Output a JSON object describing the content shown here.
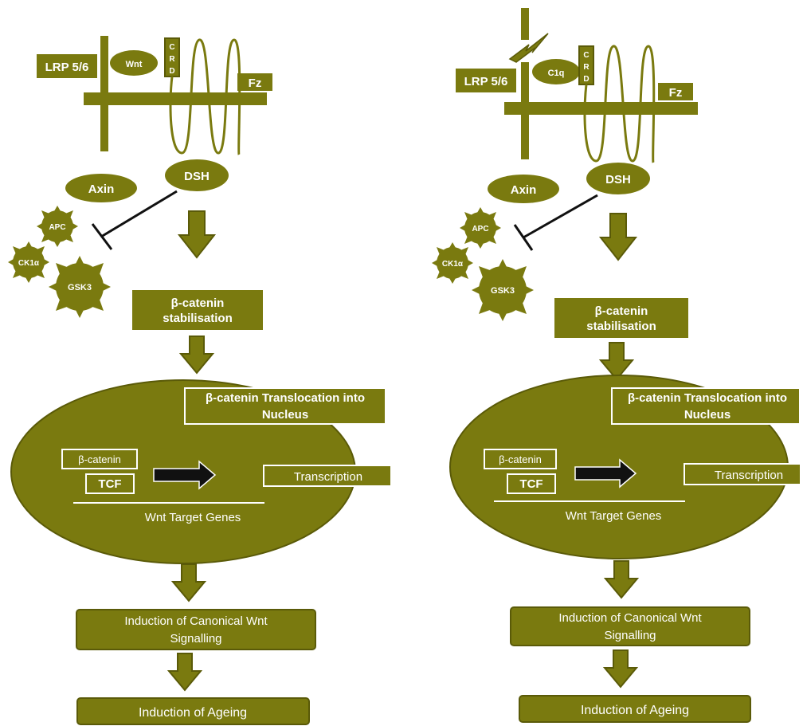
{
  "colors": {
    "olive": "#7a7a0f",
    "olive_dark": "#5a5a08",
    "inhibit": "#111111"
  },
  "left": {
    "lrp": "LRP 5/6",
    "ligand": "Wnt",
    "crd": [
      "C",
      "R",
      "D"
    ],
    "fz": "Fz",
    "axin": "Axin",
    "dsh": "DSH",
    "apc": "APC",
    "ck1": "CK1α",
    "gsk3": "GSK3",
    "stab_1": "β-catenin",
    "stab_2": "stabilisation",
    "trans_1": "β-catenin Translocation into",
    "trans_2": "Nucleus",
    "bcat": "β-catenin",
    "tcf": "TCF",
    "transcription": "Transcription",
    "target_genes": "Wnt Target Genes",
    "induct_1": "Induction of Canonical Wnt",
    "induct_2": "Signalling",
    "ageing": "Induction of Ageing"
  },
  "right": {
    "lrp": "LRP 5/6",
    "ligand": "C1q",
    "crd": [
      "C",
      "R",
      "D"
    ],
    "fz": "Fz",
    "axin": "Axin",
    "dsh": "DSH",
    "apc": "APC",
    "ck1": "CK1α",
    "gsk3": "GSK3",
    "stab_1": "β-catenin",
    "stab_2": "stabilisation",
    "trans_1": "β-catenin Translocation into",
    "trans_2": "Nucleus",
    "bcat": "β-catenin",
    "tcf": "TCF",
    "transcription": "Transcription",
    "target_genes": "Wnt Target Genes",
    "induct_1": "Induction of Canonical Wnt",
    "induct_2": "Signalling",
    "ageing": "Induction of Ageing"
  }
}
